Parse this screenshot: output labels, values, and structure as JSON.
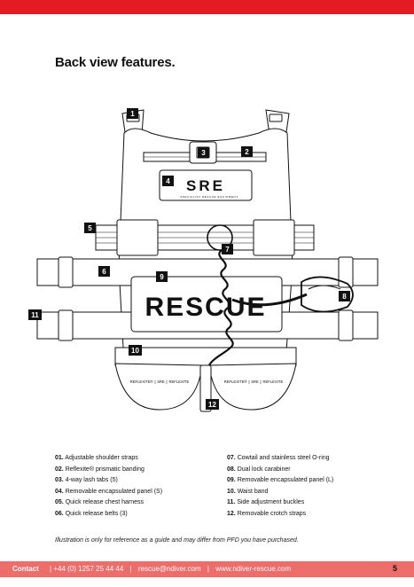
{
  "page": {
    "title": "Back view features.",
    "note": "Illustration is only for reference as a guide and may differ from PFD you have purchased.",
    "page_number": "5"
  },
  "illustration": {
    "logo_text": "SRE",
    "logo_subtext": "SPECIALIST RESCUE EQUIPMENT",
    "panel_text": "RESCUE",
    "band_text": "REFLEXITE® ▯ SRE ▯ REFLEXITE",
    "callouts": [
      "1",
      "2",
      "3",
      "4",
      "5",
      "6",
      "7",
      "8",
      "9",
      "10",
      "11",
      "12"
    ]
  },
  "features": {
    "left": [
      {
        "num": "01.",
        "text": "Adjustable shoulder straps"
      },
      {
        "num": "02.",
        "text": "Reflexite® prismatic banding"
      },
      {
        "num": "03.",
        "text": "4-way lash tabs (5)"
      },
      {
        "num": "04.",
        "text": "Removable encapsulated panel (S)"
      },
      {
        "num": "05.",
        "text": "Quick release chest harness"
      },
      {
        "num": "06.",
        "text": "Quick release belts (3)"
      }
    ],
    "right": [
      {
        "num": "07.",
        "text": "Cowtail and stainless steel O-ring"
      },
      {
        "num": "08.",
        "text": "Dual lock carabiner"
      },
      {
        "num": "09.",
        "text": "Removable encapsulated panel (L)"
      },
      {
        "num": "10.",
        "text": "Waist band"
      },
      {
        "num": "11.",
        "text": "Side adjustment buckles"
      },
      {
        "num": "12.",
        "text": "Removable crotch straps"
      }
    ]
  },
  "footer": {
    "label": "Contact",
    "phone": "+44 (0) 1257  25 44 44",
    "email": "rescue@ndiver.com",
    "website": "www.ndiver-rescue.com",
    "separator": "|"
  },
  "colors": {
    "brand_red": "#e31b23",
    "footer_pink": "#ec6d6a"
  }
}
